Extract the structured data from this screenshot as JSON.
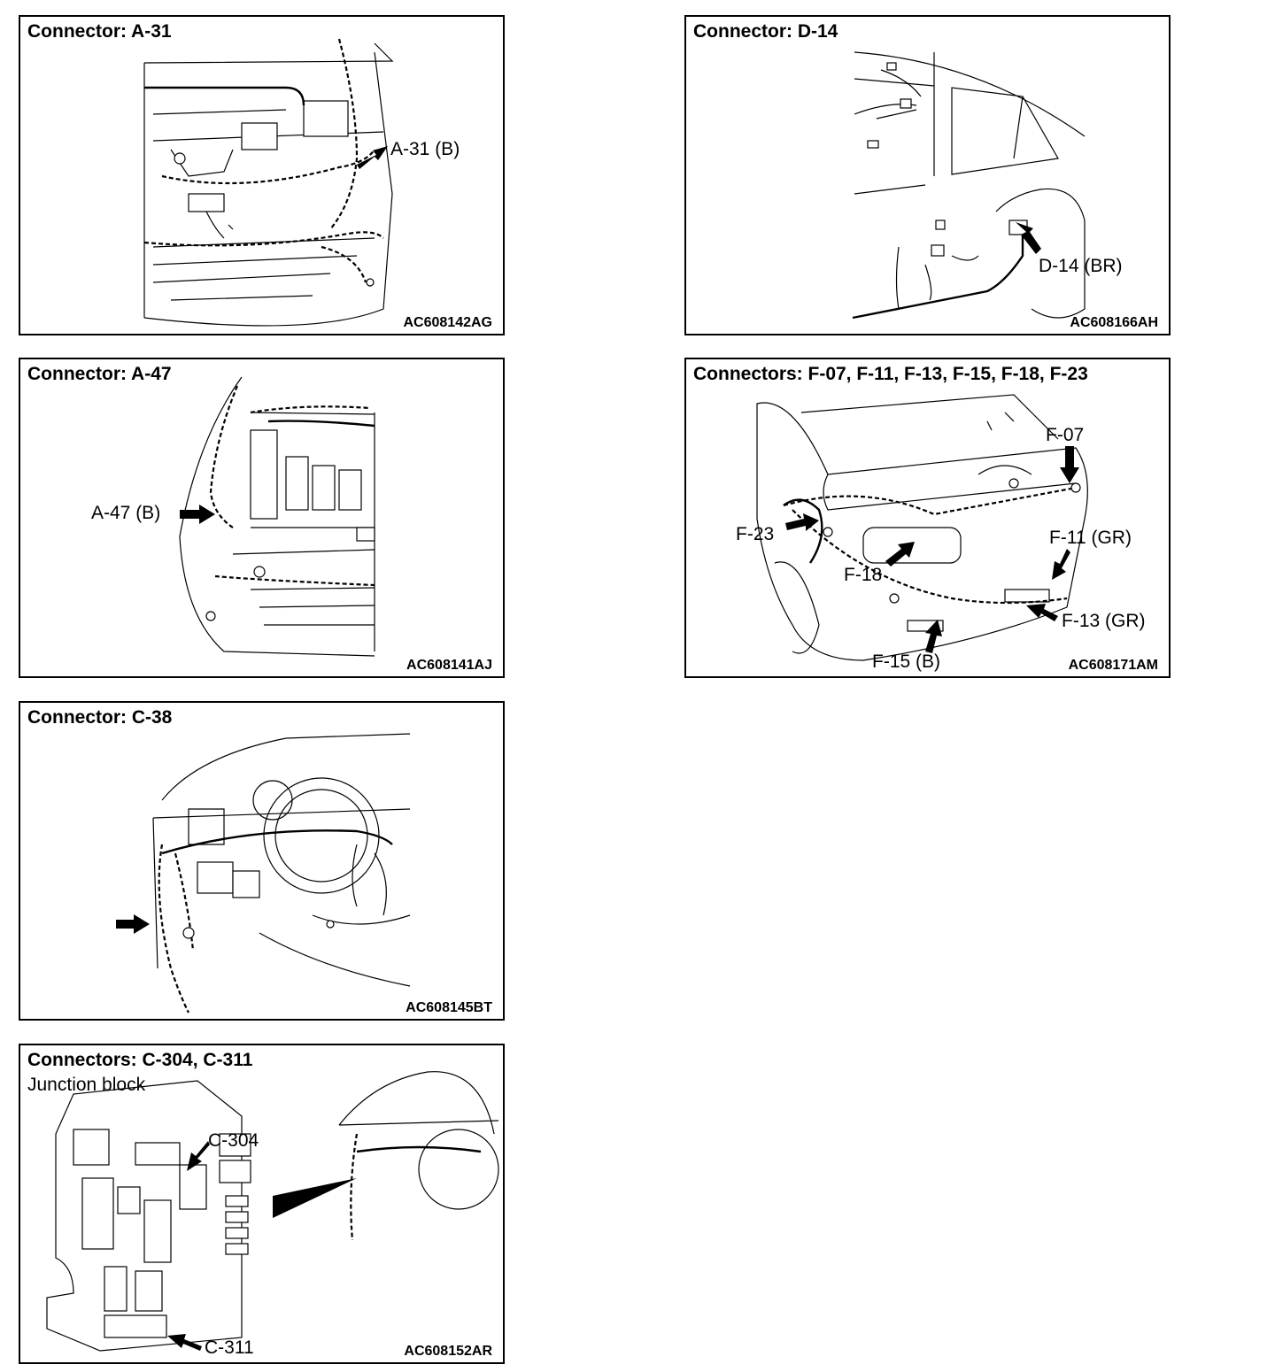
{
  "panels": [
    {
      "title": "Connector: A-31",
      "code": "AC608142AG",
      "callouts": [
        "A-31 (B)"
      ]
    },
    {
      "title": "Connector: D-14",
      "code": "AC608166AH",
      "callouts": [
        "D-14 (BR)"
      ]
    },
    {
      "title": "Connector: A-47",
      "code": "AC608141AJ",
      "callouts": [
        "A-47 (B)"
      ]
    },
    {
      "title": "Connectors: F-07, F-11, F-13, F-15, F-18, F-23",
      "code": "AC608171AM",
      "callouts": [
        "F-07",
        "F-23",
        "F-18",
        "F-11 (GR)",
        "F-13 (GR)",
        "F-15 (B)"
      ]
    },
    {
      "title": "Connector: C-38",
      "code": "AC608145BT",
      "callouts": []
    },
    {
      "title": "Connectors: C-304, C-311",
      "subtitle": "Junction block",
      "code": "AC608152AR",
      "callouts": [
        "C-304",
        "C-311"
      ]
    }
  ]
}
